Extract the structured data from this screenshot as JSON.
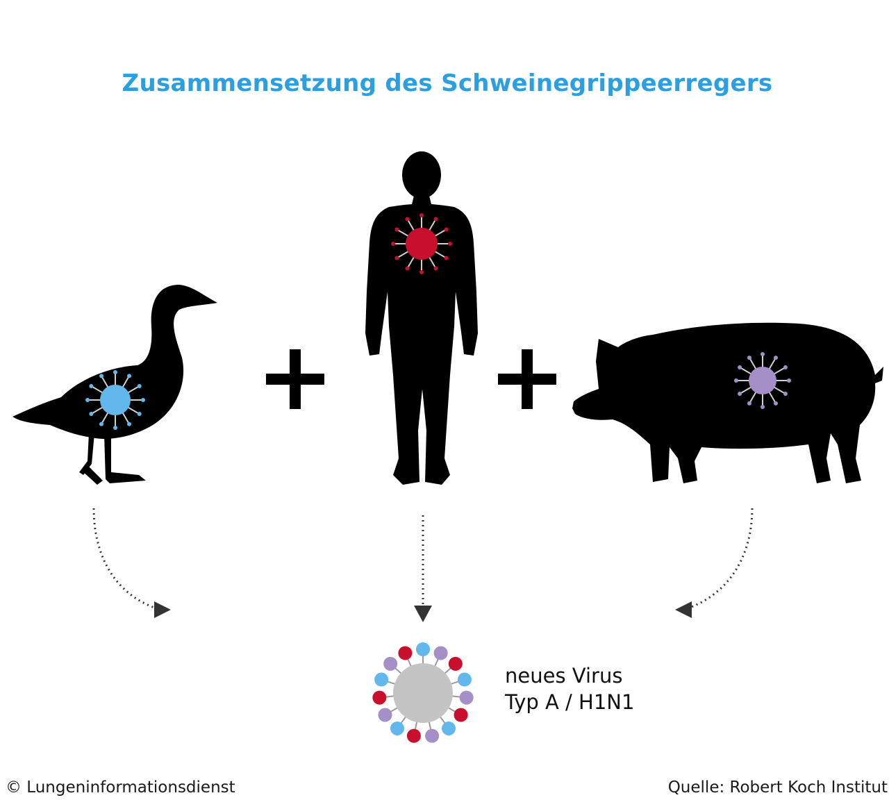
{
  "title": "Zusammensetzung des Schweinegrippeerregers",
  "new_virus": {
    "line1": "neues Virus",
    "line2": "Typ A / H1N1"
  },
  "footer": {
    "copyright": "© Lungeninformationsdienst",
    "source": "Quelle: Robert Koch Institut"
  },
  "colors": {
    "title": "#2b9fe0",
    "silhouette": "#000000",
    "bird_virus": "#62b8ec",
    "human_virus": "#c8102e",
    "pig_virus": "#a48fc6",
    "new_virus_core": "#c4c4c4",
    "arrow": "#333333"
  },
  "icons": {
    "bird": "goose-silhouette-icon",
    "human": "human-silhouette-icon",
    "pig": "pig-silhouette-icon",
    "plus": "plus-icon",
    "arrow": "dotted-arrow-icon",
    "virus": "virus-icon"
  }
}
